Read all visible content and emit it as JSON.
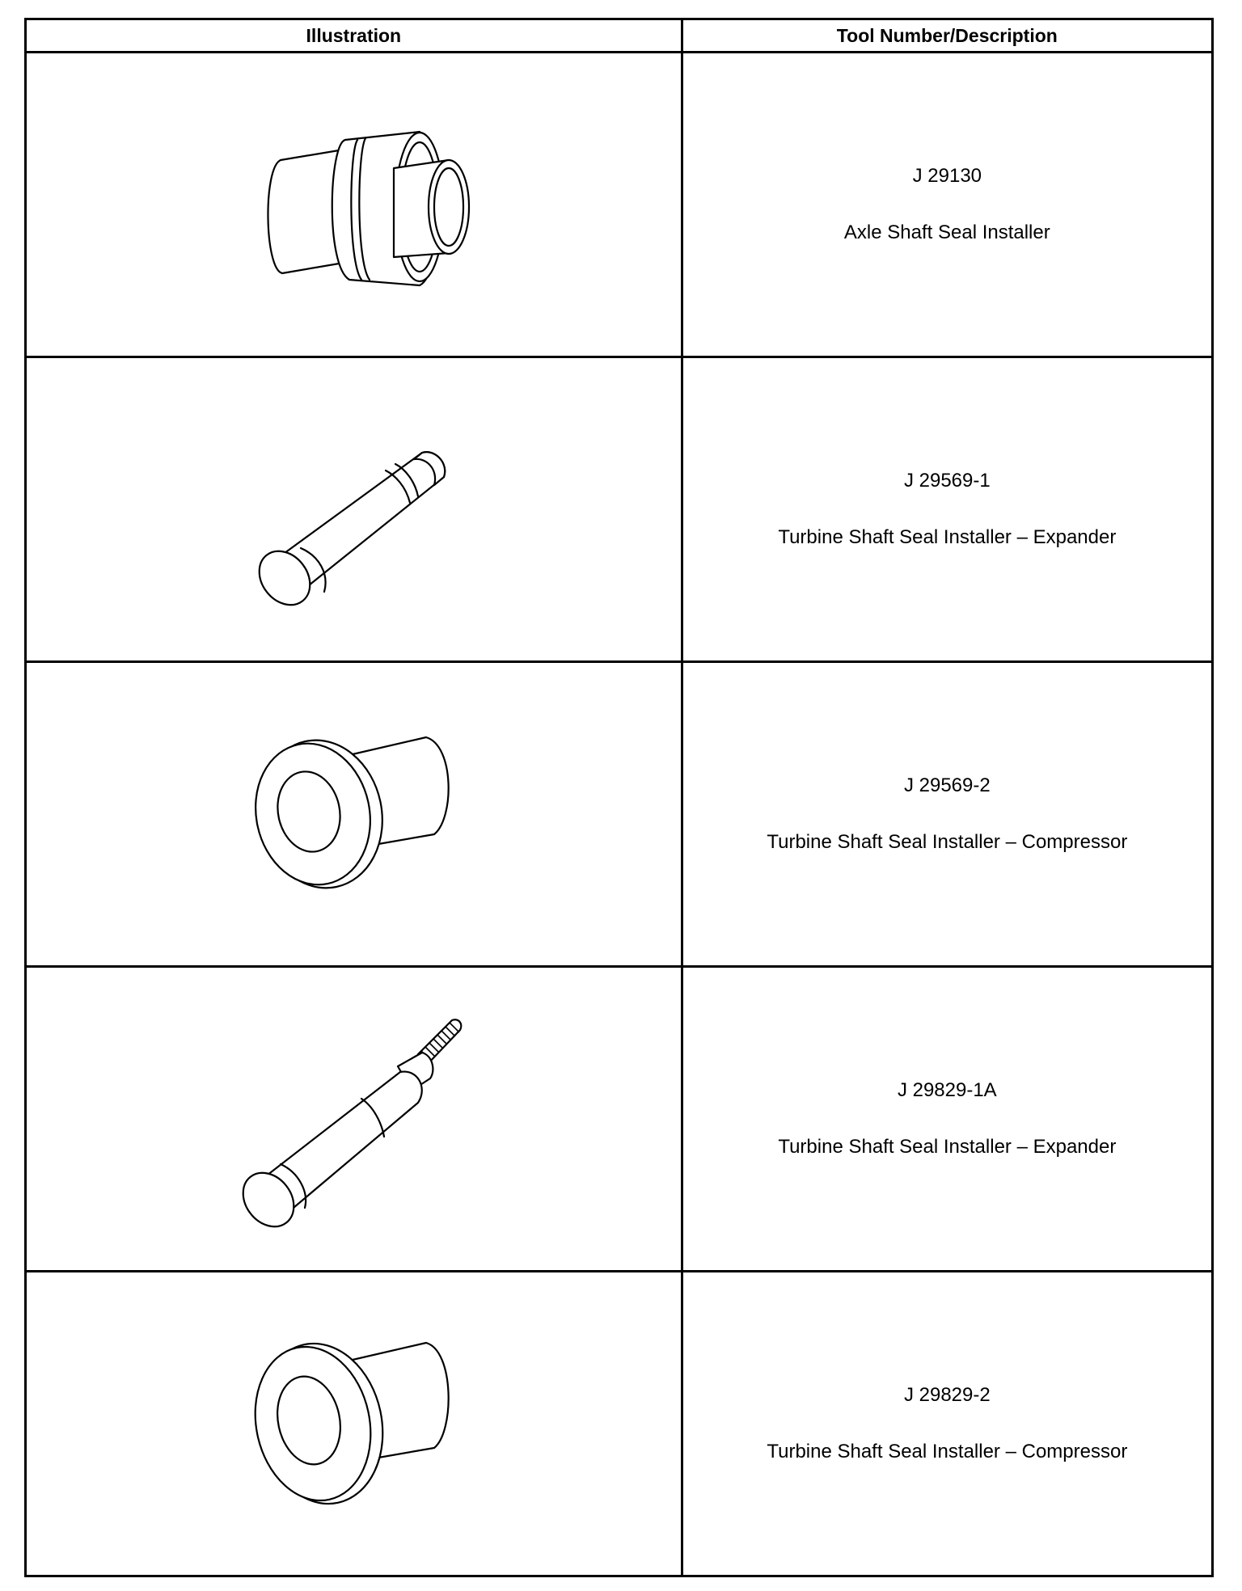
{
  "table": {
    "header": {
      "illustration": "Illustration",
      "tool": "Tool Number/Description"
    },
    "rows": [
      {
        "number": "J 29130",
        "description": "Axle Shaft Seal Installer",
        "icon": "axle-shaft-seal-installer-icon"
      },
      {
        "number": "J 29569-1",
        "description": "Turbine Shaft Seal Installer – Expander",
        "icon": "expander-tool-icon"
      },
      {
        "number": "J 29569-2",
        "description": "Turbine Shaft Seal Installer – Compressor",
        "icon": "compressor-tool-icon"
      },
      {
        "number": "J 29829-1A",
        "description": "Turbine Shaft Seal Installer – Expander",
        "icon": "threaded-expander-tool-icon"
      },
      {
        "number": "J 29829-2",
        "description": "Turbine Shaft Seal Installer – Compressor",
        "icon": "compressor-tool-icon"
      }
    ]
  }
}
